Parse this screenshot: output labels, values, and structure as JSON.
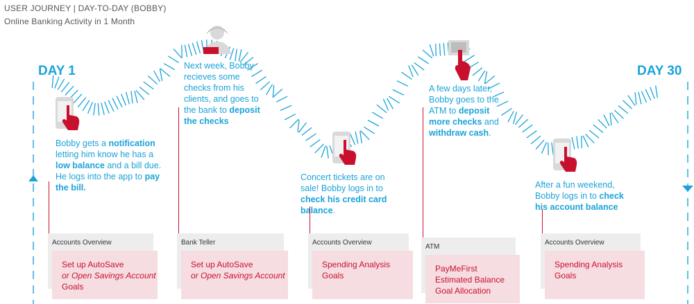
{
  "header": {
    "title": "USER JOURNEY | DAY-TO-DAY (BOBBY)",
    "subtitle": "Online Banking Activity in 1 Month"
  },
  "timeline": {
    "start_label": "DAY 1",
    "end_label": "DAY 30"
  },
  "colors": {
    "blue": "#1aa3d9",
    "red": "#c8102e",
    "card_gray": "#ededed",
    "card_pink": "#f6dde1"
  },
  "events": [
    {
      "icon": "phone-tap-icon",
      "story": [
        {
          "t": "Bobby gets a "
        },
        {
          "t": "notification",
          "b": true
        },
        {
          "t": " letting him know he has a "
        },
        {
          "t": "low balance",
          "b": true
        },
        {
          "t": " and a bill due. He logs into the app to "
        },
        {
          "t": "pay the bill.",
          "b": true
        }
      ],
      "card_title": "Accounts Overview",
      "card_items": [
        {
          "t": "Set up AutoSave"
        },
        {
          "t": "or Open Savings Account",
          "i": true
        },
        {
          "t": "Goals"
        }
      ]
    },
    {
      "icon": "bank-teller-icon",
      "story": [
        {
          "t": "Next week, Bobby recieves some checks from his clients, and goes to the bank to "
        },
        {
          "t": "deposit the checks",
          "b": true
        }
      ],
      "card_title": "Bank Teller",
      "card_items": [
        {
          "t": "Set up AutoSave"
        },
        {
          "t": "or Open Savings Account",
          "i": true
        }
      ]
    },
    {
      "icon": "phone-tap-icon",
      "story": [
        {
          "t": "Concert tickets are on sale! Bobby logs in to "
        },
        {
          "t": "check his credit card balance",
          "b": true
        },
        {
          "t": "."
        }
      ],
      "card_title": "Accounts Overview",
      "card_items": [
        {
          "t": "Spending Analysis"
        },
        {
          "t": "Goals"
        }
      ]
    },
    {
      "icon": "atm-icon",
      "story": [
        {
          "t": "A few days later, Bobby goes to the ATM to "
        },
        {
          "t": "deposit more checks",
          "b": true
        },
        {
          "t": " and "
        },
        {
          "t": "withdraw cash",
          "b": true
        },
        {
          "t": "."
        }
      ],
      "card_title": "ATM",
      "card_items": [
        {
          "t": "PayMeFirst"
        },
        {
          "t": "Estimated Balance"
        },
        {
          "t": "Goal Allocation"
        }
      ]
    },
    {
      "icon": "phone-tap-icon",
      "story": [
        {
          "t": "After a fun weekend, Bobby logs in to "
        },
        {
          "t": "check his account balance",
          "b": true
        }
      ],
      "card_title": "Accounts Overview",
      "card_items": [
        {
          "t": "Spending Analysis"
        },
        {
          "t": "Goals"
        }
      ]
    }
  ]
}
